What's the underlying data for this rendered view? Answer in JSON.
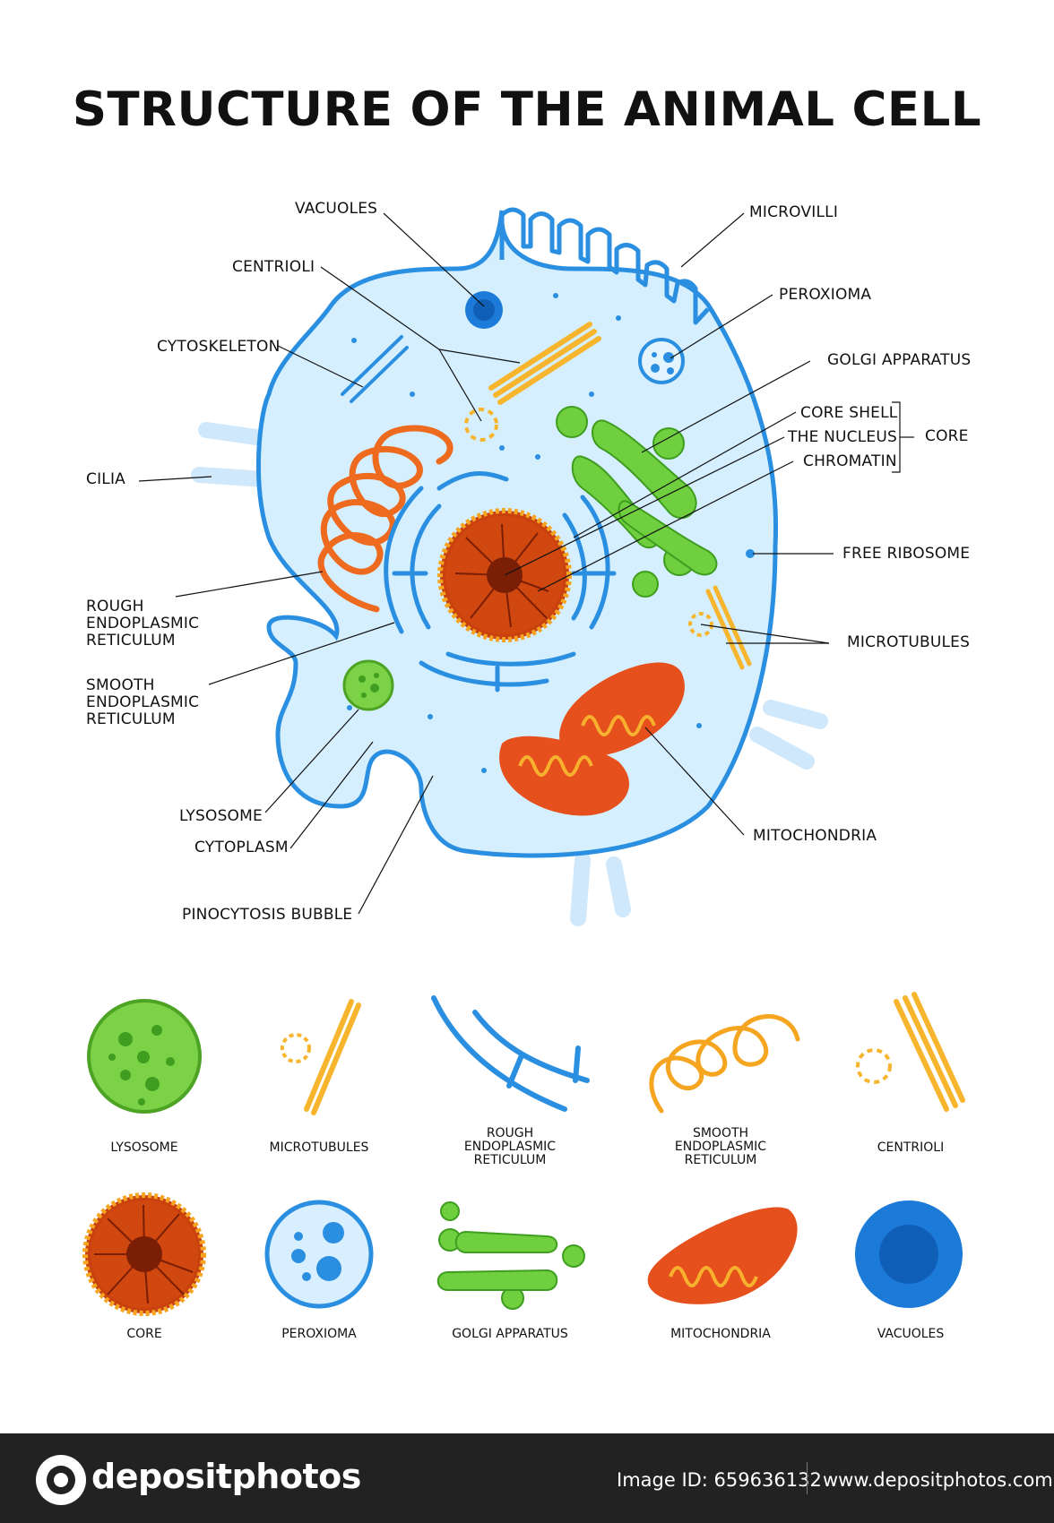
{
  "title": "STRUCTURE OF THE ANIMAL CELL",
  "labels": {
    "vacuoles": "VACUOLES",
    "centrioli": "CENTRIOLI",
    "cytoskeleton": "CYTOSKELETON",
    "cilia": "CILIA",
    "rough_er": "ROUGH\nENDOPLASMIC\nRETICULUM",
    "smooth_er": "SMOOTH\nENDOPLASMIC\nRETICULUM",
    "lysosome": "LYSOSOME",
    "cytoplasm": "CYTOPLASM",
    "pinocytosis": "PINOCYTOSIS BUBBLE",
    "microvilli": "MICROVILLI",
    "peroxioma": "PEROXIOMA",
    "golgi": "GOLGI APPARATUS",
    "core_shell": "CORE SHELL",
    "the_nucleus": "THE NUCLEUS",
    "chromatin": "CHROMATIN",
    "core": "CORE",
    "free_ribosome": "FREE RIBOSOME",
    "microtubules": "MICROTUBULES",
    "mitochondria": "MITOCHONDRIA"
  },
  "gallery": [
    "LYSOSOME",
    "MICROTUBULES",
    "ROUGH\nENDOPLASMIC\nRETICULUM",
    "SMOOTH\nENDOPLASMIC\nRETICULUM",
    "CENTRIOLI",
    "CORE",
    "PEROXIOMA",
    "GOLGI APPARATUS",
    "MITOCHONDRIA",
    "VACUOLES"
  ],
  "footer": {
    "brand": "depositphotos",
    "image_id": "Image ID: 659636132",
    "site": "www.depositphotos.com"
  },
  "colors": {
    "membrane": "#2a8fe0",
    "cytoplasm": "#d6efff",
    "nucleus": "#c9410f",
    "golgi": "#6fcf3f",
    "mitochondria": "#e5501c",
    "centriole": "#f5b32a"
  }
}
